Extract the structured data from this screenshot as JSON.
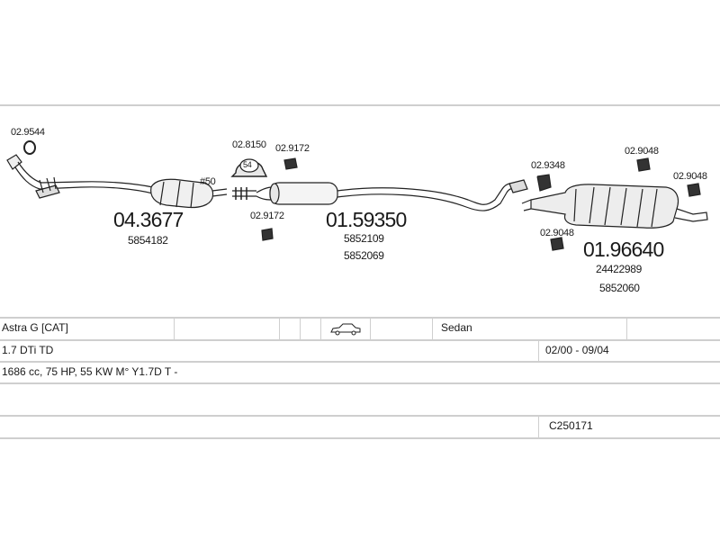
{
  "parts": {
    "p1": {
      "code": "02.9544"
    },
    "p2": {
      "code": "04.3677",
      "refs": [
        "5854182"
      ]
    },
    "p3": {
      "label": "#50"
    },
    "p4": {
      "code": "02.8150"
    },
    "p5": {
      "code": "02.9172"
    },
    "p6": {
      "code": "02.9172"
    },
    "p7": {
      "code": "01.59350",
      "refs": [
        "5852109",
        "5852069"
      ]
    },
    "p8": {
      "code": "02.9348"
    },
    "p9": {
      "code": "02.9048"
    },
    "p10": {
      "code": "02.9048"
    },
    "p11": {
      "code": "02.9048"
    },
    "p12": {
      "code": "01.96640",
      "refs": [
        "24422989",
        "5852060"
      ]
    },
    "clamp_size": "54"
  },
  "info": {
    "model": "Astra G  [CAT]",
    "body": "Sedan",
    "engine": "1.7 DTi TD",
    "years": "02/00 - 09/04",
    "specs": "1686 cc, 75 HP, 55 KW  M° Y1.7D T -",
    "catalog": "C250171"
  },
  "icons": [
    "sedan-car-icon"
  ]
}
